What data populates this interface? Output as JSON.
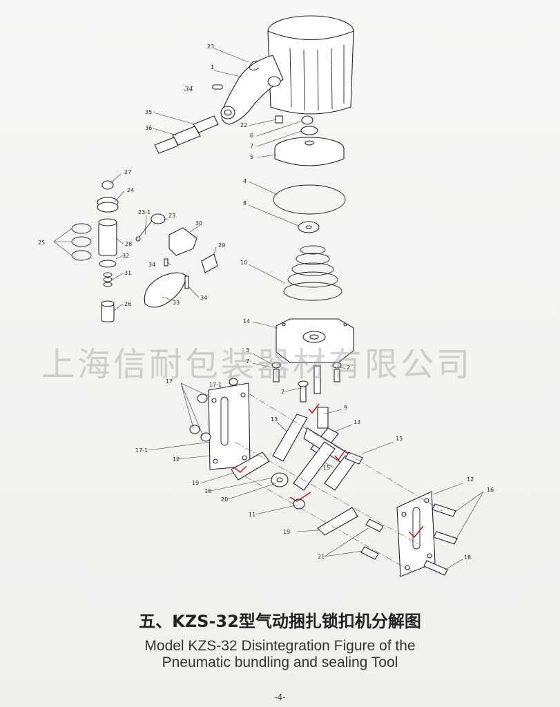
{
  "watermark": "上海信耐包装器材有限公司",
  "title_cn": "五、KZS-32型气动捆扎锁扣机分解图",
  "title_en_line1": "Model KZS-32 Disintegration Figure of the",
  "title_en_line2": "Pneumatic bundling and sealing Tool",
  "page_number": "-4-",
  "labels": {
    "p23a": "23",
    "p1": "1",
    "p34a": "34",
    "p35": "35",
    "p36": "36",
    "p22": "22",
    "p6": "6",
    "p7a": "7",
    "p5": "5",
    "p4": "4",
    "p8": "8",
    "p10": "10",
    "p27": "27",
    "p24": "24",
    "p25": "25",
    "p28": "28",
    "p32": "32",
    "p31": "31",
    "p26": "26",
    "p23_1": "23-1",
    "p23b": "23",
    "p30": "30",
    "p29": "29",
    "p34b": "34",
    "p33": "33",
    "p34c": "34",
    "p14": "14",
    "p3": "3",
    "p7b": "7",
    "p2a": "2",
    "p2b": "2",
    "p9": "9",
    "p17": "17",
    "p17_1a": "17-1",
    "p17_1b": "17-1",
    "p12a": "12",
    "p13a": "13",
    "p13b": "13",
    "p15a": "15",
    "p15b": "15",
    "p19a": "19",
    "p16a": "16",
    "p20": "20",
    "p11": "11",
    "p19b": "19",
    "p12b": "12",
    "p16b": "16",
    "p21": "21",
    "p18": "18"
  },
  "colors": {
    "ink": "#222222",
    "check_marks": "#cc1111",
    "watermark": "#a0a0a0"
  }
}
